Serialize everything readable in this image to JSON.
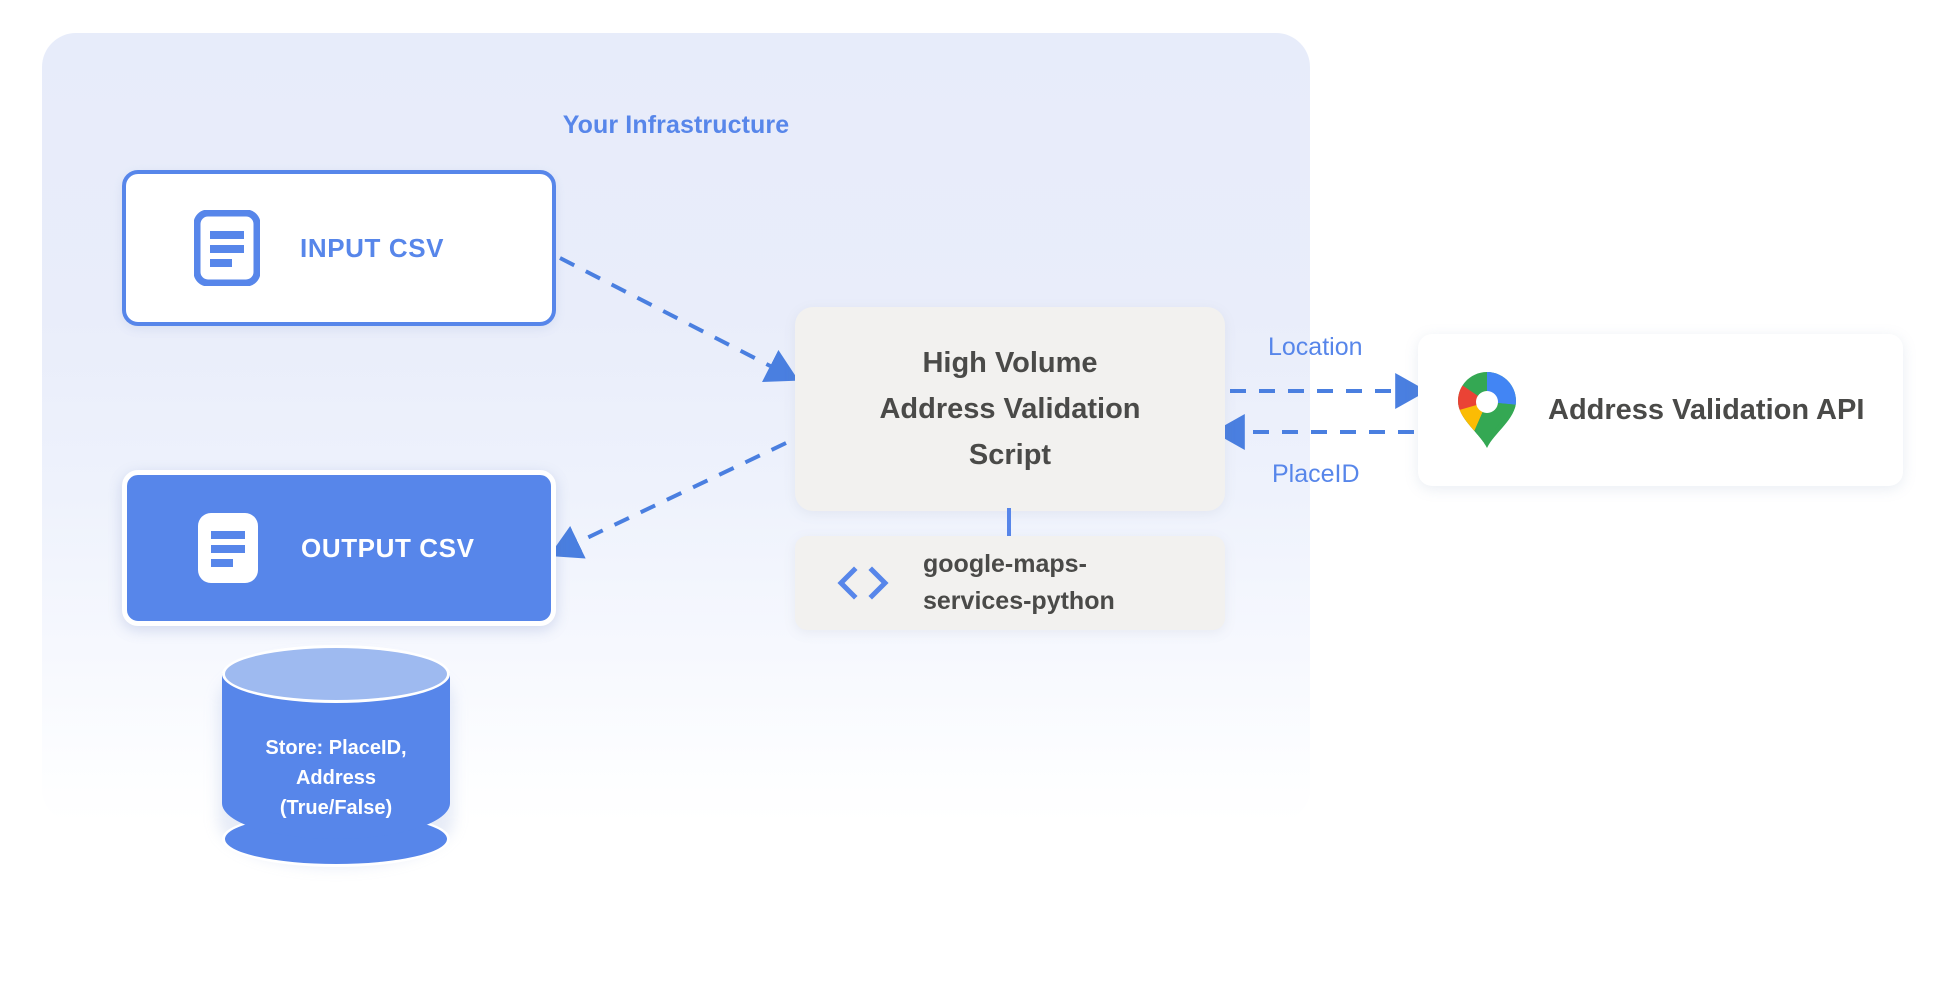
{
  "panel": {
    "title": "Your Infrastructure"
  },
  "nodes": {
    "input_csv": {
      "label": "INPUT CSV",
      "icon": "document-icon"
    },
    "output_csv": {
      "label": "OUTPUT CSV",
      "icon": "document-icon"
    },
    "database": {
      "line1": "Store: PlaceID,",
      "line2": "Address",
      "line3": "(True/False)"
    },
    "script": {
      "line1": "High Volume",
      "line2": "Address Validation",
      "line3": "Script"
    },
    "library": {
      "line1": "google-maps-",
      "line2": "services-python",
      "icon": "code-brackets-icon"
    },
    "api": {
      "label": "Address Validation API",
      "icon": "google-maps-pin-icon"
    }
  },
  "edges": {
    "location_label": "Location",
    "placeid_label": "PlaceID"
  },
  "colors": {
    "accent_blue": "#5786ea",
    "panel_bg": "#e7ecfa",
    "box_gray": "#f2f1ef",
    "text_dark": "#4a4a48",
    "db_top": "#9ebaf0",
    "pin_blue": "#4285f4",
    "pin_red": "#ea4335",
    "pin_yellow": "#fbbc04",
    "pin_green": "#34a853"
  }
}
